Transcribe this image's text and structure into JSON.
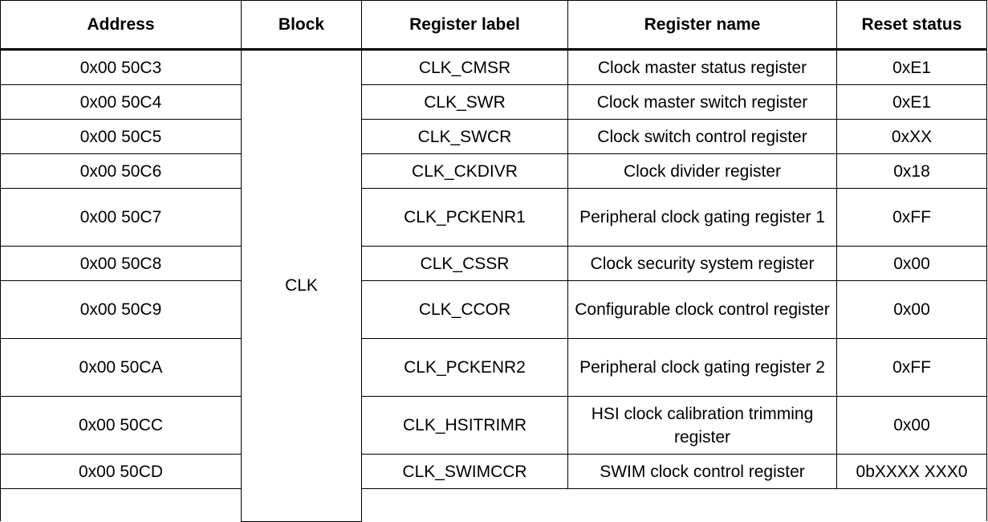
{
  "table": {
    "headers": [
      "Address",
      "Block",
      "Register label",
      "Register name",
      "Reset status"
    ],
    "block": "CLK",
    "rows": [
      {
        "address": "0x00 50C3",
        "label": "CLK_CMSR",
        "name": "Clock master status register",
        "reset": "0xE1",
        "tall": false
      },
      {
        "address": "0x00 50C4",
        "label": "CLK_SWR",
        "name": "Clock master switch register",
        "reset": "0xE1",
        "tall": false
      },
      {
        "address": "0x00 50C5",
        "label": "CLK_SWCR",
        "name": "Clock switch control register",
        "reset": "0xXX",
        "tall": false
      },
      {
        "address": "0x00 50C6",
        "label": "CLK_CKDIVR",
        "name": "Clock divider register",
        "reset": "0x18",
        "tall": false
      },
      {
        "address": "0x00 50C7",
        "label": "CLK_PCKENR1",
        "name": "Peripheral clock gating register 1",
        "reset": "0xFF",
        "tall": true
      },
      {
        "address": "0x00 50C8",
        "label": "CLK_CSSR",
        "name": "Clock security system register",
        "reset": "0x00",
        "tall": false
      },
      {
        "address": "0x00 50C9",
        "label": "CLK_CCOR",
        "name": "Configurable clock control register",
        "reset": "0x00",
        "tall": true
      },
      {
        "address": "0x00 50CA",
        "label": "CLK_PCKENR2",
        "name": "Peripheral clock gating register 2",
        "reset": "0xFF",
        "tall": true
      },
      {
        "address": "0x00 50CC",
        "label": "CLK_HSITRIMR",
        "name": "HSI clock calibration trimming register",
        "reset": "0x00",
        "tall": true
      },
      {
        "address": "0x00 50CD",
        "label": "CLK_SWIMCCR",
        "name": "SWIM clock control register",
        "reset": "0bXXXX XXX0",
        "tall": false
      }
    ]
  }
}
